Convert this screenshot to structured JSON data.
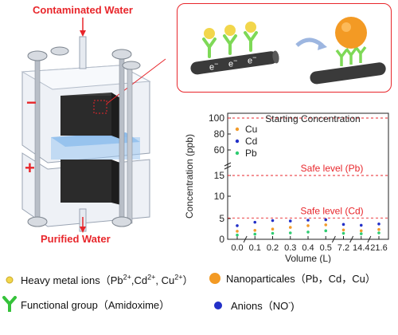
{
  "device": {
    "top_label": "Contaminated Water",
    "bottom_label": "Purified Water",
    "minus_sign": "−",
    "plus_sign": "+"
  },
  "inset": {
    "electron_label": "e",
    "electron_sup": "−"
  },
  "chart_data": {
    "type": "scatter",
    "title": "Starting Concentration",
    "xlabel": "Volume (L)",
    "ylabel": "Concentration (ppb)",
    "x_ticks": [
      "0.0",
      "0.1",
      "0.2",
      "0.3",
      "0.4",
      "0.5",
      "7.2",
      "14.4",
      "21.6"
    ],
    "y_ticks": [
      "0",
      "5",
      "10",
      "15",
      "60",
      "80",
      "100"
    ],
    "series": [
      {
        "name": "Cu",
        "color": "#f29b2b",
        "values": [
          1.9,
          2.1,
          2.4,
          2.8,
          3.2,
          3.4,
          2.2,
          2.0,
          2.3
        ]
      },
      {
        "name": "Cd",
        "color": "#2330c8",
        "values": [
          3.2,
          4.0,
          4.4,
          4.3,
          4.5,
          4.6,
          3.5,
          3.3,
          3.6
        ]
      },
      {
        "name": "Pb",
        "color": "#2ecc71",
        "values": [
          1.0,
          1.2,
          1.4,
          1.5,
          1.7,
          2.0,
          1.4,
          1.3,
          1.5
        ]
      }
    ],
    "reference_lines": [
      {
        "label": "Safe level (Pb)",
        "value": 15
      },
      {
        "label": "Safe level (Cd)",
        "value": 5
      }
    ]
  },
  "legend": {
    "heavy_ions_label": "Heavy metal ions（Pb",
    "heavy_ions_sup1": "2+",
    "heavy_ions_mid1": ",Cd",
    "heavy_ions_sup2": "2+",
    "heavy_ions_mid2": ", Cu",
    "heavy_ions_sup3": "2+",
    "heavy_ions_end": "）",
    "nanoparticles_label": "Nanoparticales（Pb，Cd，Cu）",
    "functional_label": "Functional group（Amidoxime）",
    "anions_label": "Anions（NO",
    "anions_sup": "-",
    "anions_end": ")"
  },
  "colors": {
    "accent_red": "#e8262b",
    "orange": "#f29b2b",
    "blue": "#2330c8",
    "green": "#2ecc71",
    "functional_green": "#7ed957"
  }
}
